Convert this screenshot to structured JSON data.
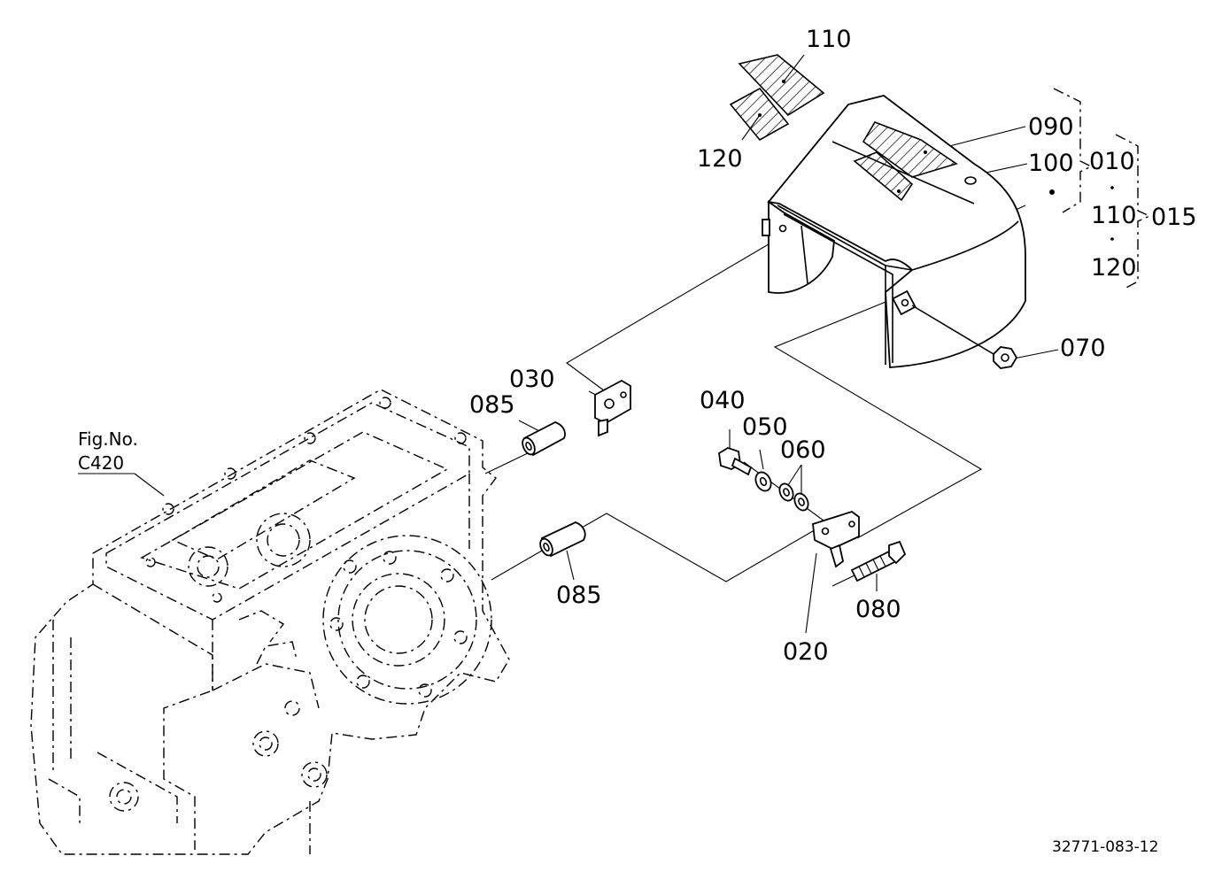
{
  "callouts": {
    "p110_top": "110",
    "p120_top": "120",
    "p090": "090",
    "p100": "100",
    "p010": "010",
    "p110_group": "110",
    "p015": "015",
    "p120_group": "120",
    "p070": "070",
    "p030": "030",
    "p085_upper": "085",
    "p040": "040",
    "p050": "050",
    "p060": "060",
    "p085_lower": "085",
    "p080": "080",
    "p020": "020"
  },
  "figure_reference": {
    "line1": "Fig.No.",
    "line2": "C420"
  },
  "drawing_number": "32771-083-12"
}
